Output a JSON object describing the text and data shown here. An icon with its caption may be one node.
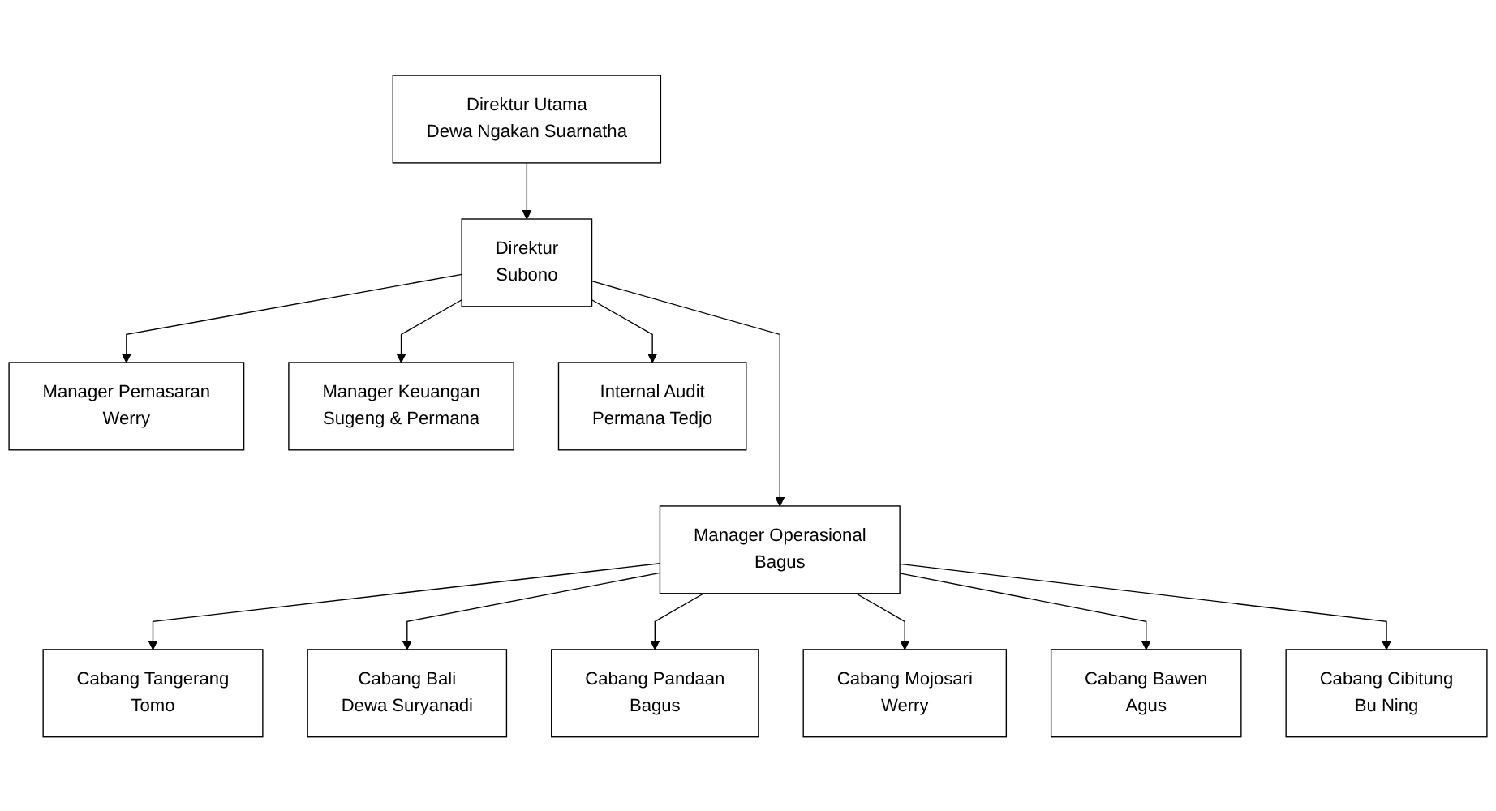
{
  "diagram": {
    "nodes": [
      {
        "text": [
          "Direktur Utama",
          "Dewa Ngakan Suarnatha"
        ]
      },
      {
        "text": [
          "Direktur",
          "Subono"
        ]
      },
      {
        "text": [
          "Internal Audit",
          "Permana Tedjo"
        ]
      },
      {
        "text": [
          "Manager Operasional",
          "Bagus"
        ]
      },
      {
        "text": [
          "Manager Pemasaran",
          "Werry"
        ]
      },
      {
        "text": [
          "Manager Keuangan",
          "Sugeng & Permana"
        ]
      },
      {
        "text": [
          "Cabang Tangerang",
          "Tomo"
        ]
      },
      {
        "text": [
          "Cabang Bali",
          "Dewa Suryanadi"
        ]
      },
      {
        "text": [
          "Cabang Pandaan",
          "Bagus"
        ]
      },
      {
        "text": [
          "Cabang Mojosari",
          "Werry"
        ]
      },
      {
        "text": [
          "Cabang Bawen",
          "Agus"
        ]
      },
      {
        "text": [
          "Cabang Cibitung",
          "Bu Ning"
        ]
      }
    ],
    "edges": [
      {
        "from": 0,
        "to": 1,
        "arrow": "to"
      },
      {
        "from": 1,
        "to": 3,
        "arrow": "to"
      },
      {
        "from": 1,
        "to": 4,
        "arrow": "to"
      },
      {
        "from": 1,
        "to": 5,
        "arrow": "to"
      },
      {
        "from": 1,
        "to": 2,
        "arrow": "to"
      },
      {
        "from": 3,
        "to": 6,
        "arrow": "to"
      },
      {
        "from": 3,
        "to": 7,
        "arrow": "to"
      },
      {
        "from": 3,
        "to": 8,
        "arrow": "to"
      },
      {
        "from": 3,
        "to": 9,
        "arrow": "to"
      },
      {
        "from": 3,
        "to": 10,
        "arrow": "to"
      },
      {
        "from": 3,
        "to": 11,
        "arrow": "to"
      }
    ]
  }
}
